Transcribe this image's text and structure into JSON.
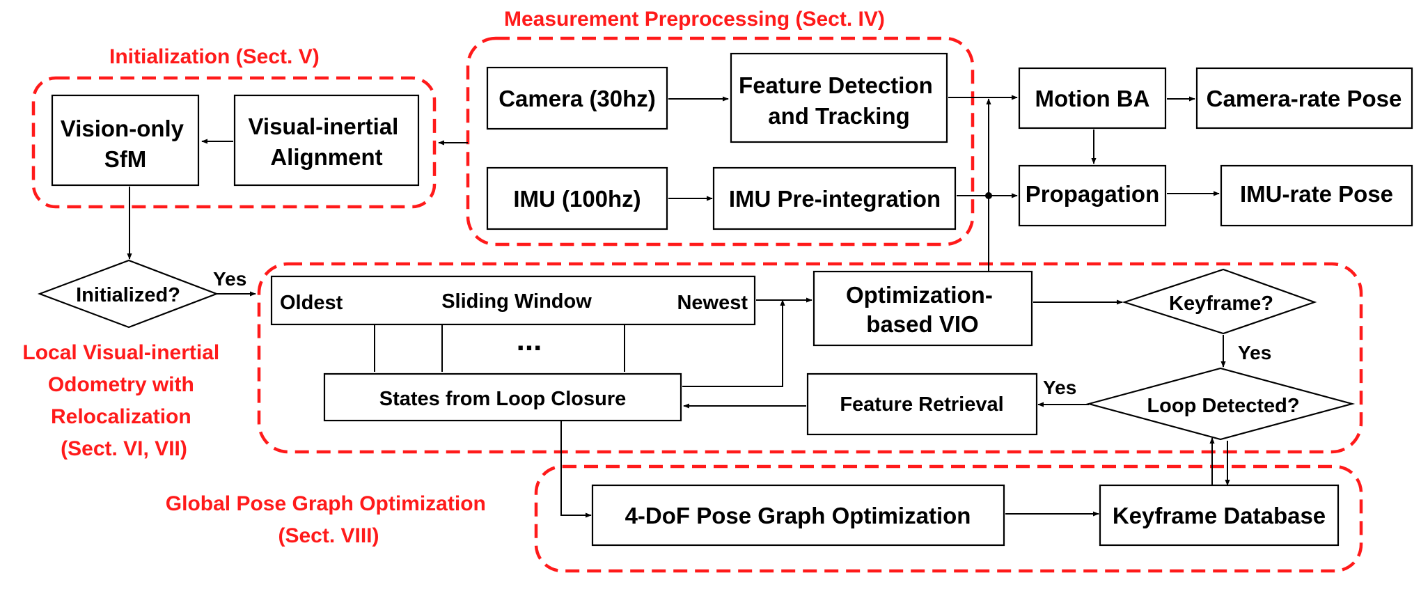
{
  "colors": {
    "group_border": "#ff1a1a",
    "group_text": "#ff1a1a",
    "line": "#000000",
    "node_fill": "#ffffff"
  },
  "groups": {
    "measurement": "Measurement Preprocessing (Sect. IV)",
    "initialization": "Initialization (Sect. V)",
    "local_vio": [
      "Local Visual-inertial",
      "Odometry with",
      "Relocalization",
      "(Sect. VI, VII)"
    ],
    "global_pose": [
      "Global Pose Graph Optimization",
      "(Sect. VIII)"
    ]
  },
  "nodes": {
    "camera": "Camera (30hz)",
    "imu": "IMU (100hz)",
    "feature_detection": [
      "Feature Detection",
      "and Tracking"
    ],
    "imu_preintegration": "IMU Pre-integration",
    "motion_ba": "Motion BA",
    "camera_rate_pose": "Camera-rate Pose",
    "propagation": "Propagation",
    "imu_rate_pose": "IMU-rate Pose",
    "vision_only_sfm": [
      "Vision-only",
      "SfM"
    ],
    "visual_inertial_alignment": [
      "Visual-inertial",
      "Alignment"
    ],
    "initialized": "Initialized?",
    "sliding_window": {
      "oldest": "Oldest",
      "title": "Sliding Window",
      "newest": "Newest",
      "ellipsis": "..."
    },
    "states_loop_closure": "States from Loop Closure",
    "optimization_vio": [
      "Optimization-",
      "based VIO"
    ],
    "keyframe": "Keyframe?",
    "loop_detected": "Loop Detected?",
    "feature_retrieval": "Feature Retrieval",
    "pose_graph_opt": "4-DoF Pose Graph Optimization",
    "keyframe_database": "Keyframe Database"
  },
  "edge_labels": {
    "init_yes": "Yes",
    "keyframe_yes": "Yes",
    "loop_yes": "Yes"
  }
}
